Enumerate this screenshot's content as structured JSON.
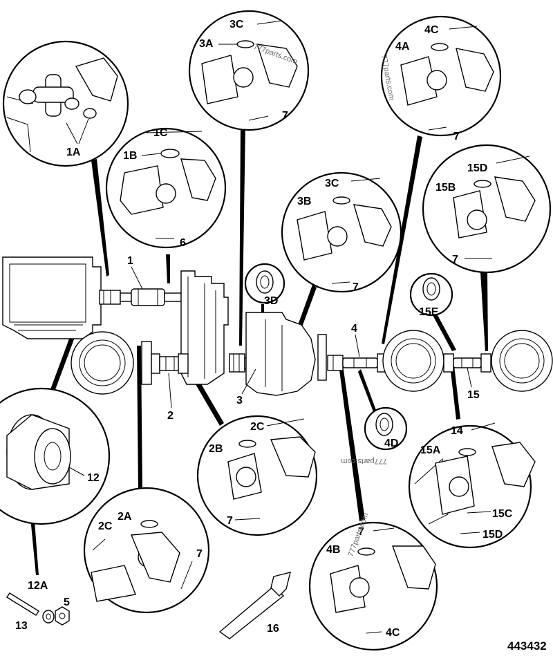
{
  "title": "Drive shaft assembly",
  "reference_number": "443432",
  "watermark": "777parts.com",
  "callouts": {
    "c1A": "1A",
    "c1B": "1B",
    "c1C": "1C",
    "c2": "2",
    "c2A": "2A",
    "c2B": "2B",
    "c2C_upper": "2C",
    "c2C_lower": "2C",
    "c3": "3",
    "c3A": "3A",
    "c3B": "3B",
    "c3C_top": "3C",
    "c3C_mid": "3C",
    "c3D": "3D",
    "c4": "4",
    "c4A": "4A",
    "c4B": "4B",
    "c4C_top": "4C",
    "c4C_bottom": "4C",
    "c4D": "4D",
    "c5": "5",
    "c6": "6",
    "c7_3A": "7",
    "c7_4A": "7",
    "c7_3B": "7",
    "c7_15D": "7",
    "c7_2B": "7",
    "c7_2A": "7",
    "c7_4B": "7",
    "c12": "12",
    "c12A": "12A",
    "c13": "13",
    "c14": "14",
    "c15": "15",
    "c15A": "15A",
    "c15B": "15B",
    "c15C": "15C",
    "c15D_top": "15D",
    "c15D_bottom": "15D",
    "c15E": "15E",
    "c16": "16",
    "c1": "1"
  }
}
